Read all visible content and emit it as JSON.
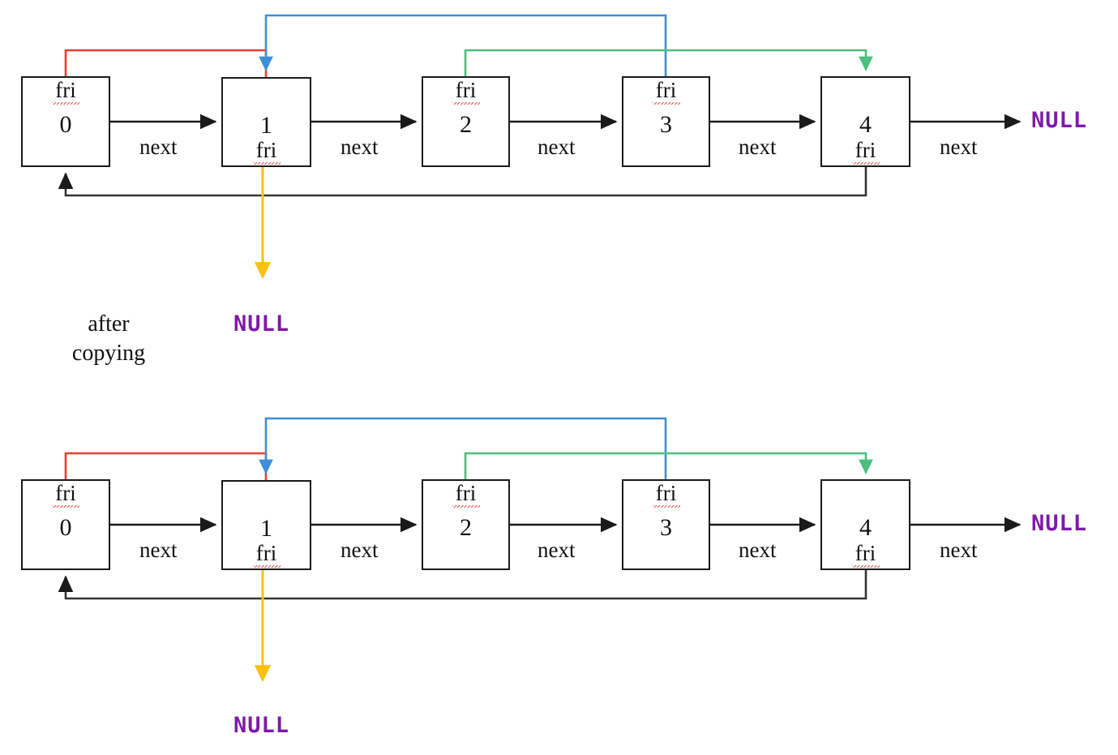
{
  "diagram": {
    "title_caption": "after\ncopying",
    "colors": {
      "box_stroke": "#1a1a1a",
      "next_arrow": "#1a1a1a",
      "back_arrow": "#333333",
      "red": "#ee3b33",
      "blue": "#3e8fd6",
      "green": "#4cbe7e",
      "orange": "#fdc00f",
      "null_text": "#7d1aa6",
      "squiggle": "#e8524f",
      "background": "#ffffff"
    },
    "node_field_label": "fri",
    "next_label": "next",
    "null_label": "NULL",
    "lists": [
      {
        "name": "top-list",
        "nodes": [
          {
            "value": "0",
            "top_label": "fri",
            "bottom_label": ""
          },
          {
            "value": "1",
            "top_label": "",
            "bottom_label": "fri"
          },
          {
            "value": "2",
            "top_label": "fri",
            "bottom_label": ""
          },
          {
            "value": "3",
            "top_label": "fri",
            "bottom_label": ""
          },
          {
            "value": "4",
            "top_label": "",
            "bottom_label": "fri"
          }
        ],
        "next_labels": [
          "next",
          "next",
          "next",
          "next",
          "next"
        ],
        "tail_null": "NULL",
        "orange_null": "NULL"
      },
      {
        "name": "bottom-list",
        "nodes": [
          {
            "value": "0",
            "top_label": "fri",
            "bottom_label": ""
          },
          {
            "value": "1",
            "top_label": "",
            "bottom_label": "fri"
          },
          {
            "value": "2",
            "top_label": "fri",
            "bottom_label": ""
          },
          {
            "value": "3",
            "top_label": "fri",
            "bottom_label": ""
          },
          {
            "value": "4",
            "top_label": "",
            "bottom_label": "fri"
          }
        ],
        "next_labels": [
          "next",
          "next",
          "next",
          "next",
          "next"
        ],
        "tail_null": "NULL",
        "orange_null": "NULL"
      }
    ]
  }
}
